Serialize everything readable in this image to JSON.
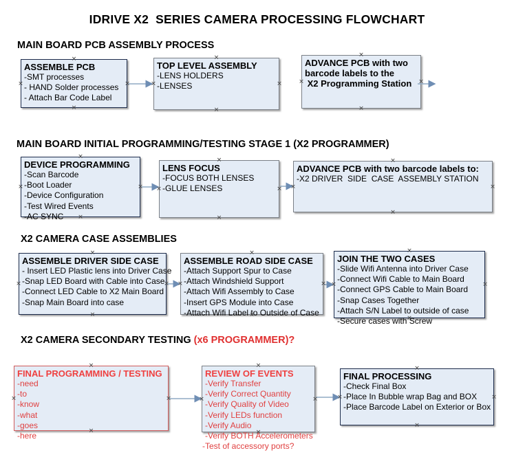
{
  "title": "IDRIVE X2  SERIES CAMERA PROCESSING FLOWCHART",
  "colors": {
    "box_fill": "#e4ecf6",
    "box_border": "#1b2a4a",
    "box_border_gray": "#7a7f86",
    "arrow": "#8faac4",
    "accent_red": "#e03030",
    "text": "#000000"
  },
  "sections": [
    {
      "heading": "MAIN BOARD PCB ASSEMBLY PROCESS",
      "heading_accent": "",
      "boxes": [
        {
          "title": "ASSEMBLE PCB",
          "lines": [
            "-SMT processes",
            "- HAND Solder processes",
            "- Attach Bar Code Label"
          ]
        },
        {
          "title": "TOP LEVEL ASSEMBLY",
          "lines": [
            "-LENS HOLDERS",
            "-LENSES"
          ]
        },
        {
          "title": "ADVANCE PCB with two",
          "lines": [
            "barcode labels to the",
            " X2 Programming Station"
          ]
        }
      ]
    },
    {
      "heading": "MAIN BOARD INITIAL PROGRAMMING/TESTING STAGE 1 (X2 PROGRAMMER)",
      "heading_accent": "",
      "boxes": [
        {
          "title": "DEVICE PROGRAMMING",
          "lines": [
            "-Scan Barcode",
            "-Boot Loader",
            "-Device Configuration",
            "-Test Wired Events",
            "-AC SYNC"
          ]
        },
        {
          "title": "LENS FOCUS",
          "lines": [
            "-FOCUS BOTH LENSES",
            "-GLUE LENSES"
          ]
        },
        {
          "title": "ADVANCE PCB with two barcode labels to:",
          "lines": [
            "-X2 DRIVER  SIDE  CASE  ASSEMBLY STATION"
          ]
        }
      ]
    },
    {
      "heading": "X2 CAMERA CASE ASSEMBLIES",
      "heading_accent": "",
      "boxes": [
        {
          "title": "ASSEMBLE DRIVER SIDE CASE",
          "lines": [
            "- Insert LED Plastic lens into Driver Case",
            "-Snap LED Board with Cable into Case",
            "-Connect LED Cable to X2 Main Board",
            "-Snap Main Board into case"
          ]
        },
        {
          "title": "ASSEMBLE ROAD SIDE CASE",
          "lines": [
            "-Attach Support Spur to Case",
            "-Attach Windshield Support",
            "-Attach Wifi Assembly to Case",
            "-Insert GPS Module into Case",
            "-Attach Wifi Label to Outside of Case"
          ]
        },
        {
          "title": "JOIN THE TWO CASES",
          "lines": [
            "-Slide Wifi Antenna into Driver Case",
            "-Connect Wifi Cable to Main Board",
            "-Connect GPS Cable to Main Board",
            "-Snap Cases Together",
            "-Attach S/N Label to outside of case",
            "-Secure cases with Screw"
          ]
        }
      ]
    },
    {
      "heading": "X2 CAMERA SECONDARY TESTING ",
      "heading_accent": "(x6 PROGRAMMER)?",
      "boxes": [
        {
          "title": "FINAL PROGRAMMING / TESTING",
          "lines": [
            "-need",
            "-to",
            "-know",
            "-what",
            "-goes",
            "-here"
          ]
        },
        {
          "title": "REVIEW OF EVENTS",
          "lines": [
            "-Verify Transfer",
            "-Verify Correct Quantity",
            "-Verify Quality of Video",
            "-Verify LEDs function",
            "-Verify Audio",
            "-Verify BOTH Accelerometers",
            "-Test of accessory ports?"
          ]
        },
        {
          "title": "FINAL PROCESSING",
          "lines": [
            "-Check Final Box",
            "-Place In Bubble wrap Bag and BOX",
            "-Place Barcode Label on Exterior or Box"
          ]
        }
      ]
    }
  ]
}
